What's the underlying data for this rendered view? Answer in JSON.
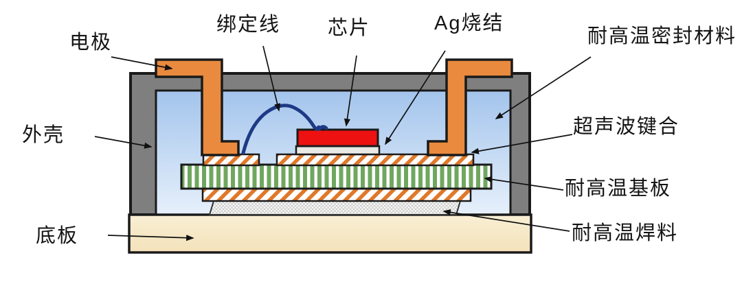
{
  "diagram": {
    "description_labels": {
      "electrode": "电极",
      "bond_wire": "绑定线",
      "chip": "芯片",
      "ag_sinter": "Ag烧结",
      "seal_material": "耐高温密封材料",
      "shell": "外壳",
      "ultrasonic_bond": "超声波键合",
      "substrate": "耐高温基板",
      "solder": "耐高温焊料",
      "base_plate": "底板"
    },
    "colors": {
      "shell_gray": "#7f7f7f",
      "electrode_orange": "#e98a3e",
      "chip_red": "#ee1111",
      "ag_layer_gray": "#e9e9e6",
      "wire_blue": "#1e3a85",
      "bond_hatch_orange": "#e0782a",
      "substrate_green": "#6fa75f",
      "solder_mesh_gray": "#c6c6c6",
      "base_plate_cream": "#f7e9c7",
      "cavity_blue_top": "#a3c4ec",
      "cavity_blue_bottom": "#e6f0fb",
      "outline_black": "#1a1a1a"
    }
  }
}
